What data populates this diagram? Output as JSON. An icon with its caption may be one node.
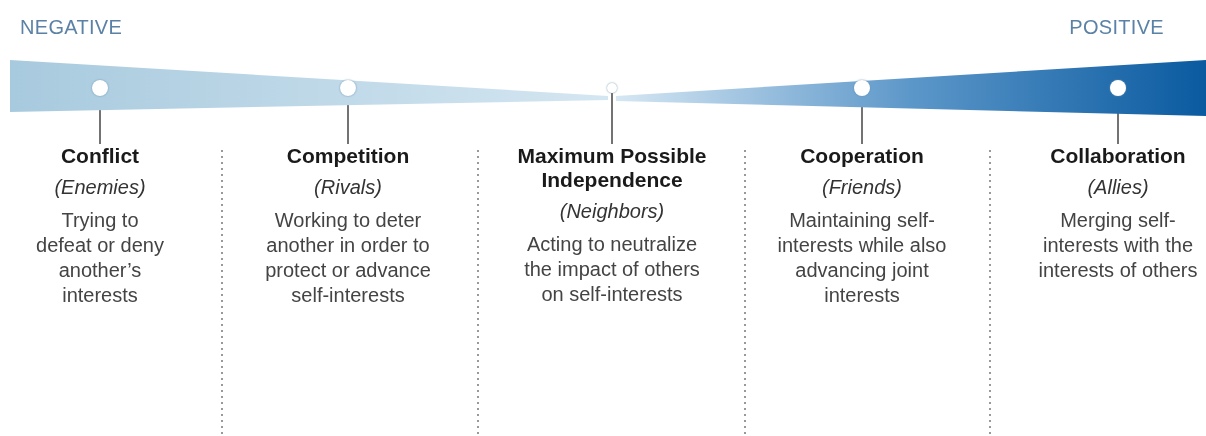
{
  "diagram": {
    "nodes": [
      {
        "text": [],
        "shape": "bar"
      },
      {
        "text": [],
        "shape": "circle",
        "in": 0
      },
      {
        "text": [],
        "shape": "circle",
        "in": 0
      },
      {
        "text": [],
        "shape": "circle",
        "in": 0
      },
      {
        "text": [],
        "shape": "circle",
        "in": 0
      },
      {
        "text": [],
        "shape": "circle",
        "in": 0
      },
      {
        "text": [
          "Conflict",
          "(Enemies)",
          "Trying to defeat or deny another’s interests"
        ]
      },
      {
        "text": [
          "Competition",
          "(Rivals)",
          "Working to deter another in order to protect or advance self-interests"
        ]
      },
      {
        "text": [
          "Maximum Possible Independence",
          "(Neighbors)",
          "Acting to neutralize the impact of others on self-interests"
        ]
      },
      {
        "text": [
          "Cooperation",
          "(Friends)",
          "Maintaining self-interests while also advancing joint interests"
        ]
      },
      {
        "text": [
          "Collaboration",
          "(Allies)",
          "Merging self-interests with the interests of others"
        ]
      }
    ],
    "edges": [
      {
        "from": 1,
        "to": 6,
        "arrow": "none"
      },
      {
        "from": 2,
        "to": 7,
        "arrow": "none"
      },
      {
        "from": 3,
        "to": 8,
        "arrow": "none"
      },
      {
        "from": 4,
        "to": 9,
        "arrow": "none"
      },
      {
        "from": 5,
        "to": 10,
        "arrow": "none"
      }
    ],
    "labels": [
      "NEGATIVE",
      "POSITIVE"
    ]
  }
}
